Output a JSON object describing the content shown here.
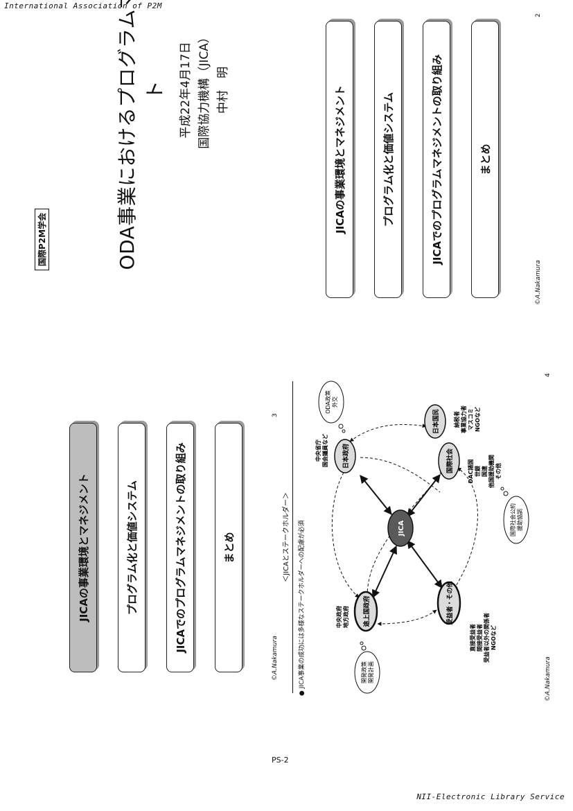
{
  "page": {
    "header": "International Association of P2M",
    "footer": "NII-Electronic Library Service",
    "ps_label": "PS-2"
  },
  "slide1": {
    "tag": "国際P2M学会",
    "title": "ODA事業におけるプログラムマネジメント",
    "date": "平成22年4月17日",
    "org": "国際協力機構（JICA）",
    "author": "中村　明"
  },
  "slide2": {
    "items": [
      "JICAの事業環境とマネジメント",
      "プログラム化と価値システム",
      "JICAでのプログラムマネジメントの取り組み",
      "まとめ"
    ],
    "credit": "©A.Nakamura",
    "number": "2"
  },
  "slide3": {
    "items": [
      "JICAの事業環境とマネジメント",
      "プログラム化と価値システム",
      "JICAでのプログラムマネジメントの取り組み",
      "まとめ"
    ],
    "active_index": 0,
    "credit": "©A.Nakamura",
    "number": "3"
  },
  "slide4": {
    "title": "＜JICAとステークホルダー＞",
    "bullet": "● JICA事業の成功には多様なステークホルダーへの配慮が必須",
    "nodes": {
      "jica": "JICA",
      "jpgov": "日本政府",
      "jppeople": "日本国民",
      "intl": "国際社会",
      "devgov": "途上国政府",
      "beneficiary": "受益者・その他"
    },
    "labels": {
      "jpgov_note": [
        "中央省庁",
        "国会議員など"
      ],
      "jppeople_note": [
        "納税者",
        "事業協力者",
        "マスコミ",
        "NGOなど"
      ],
      "intl_note": [
        "DAC諸国",
        "世銀",
        "国連",
        "他国援助機関",
        "その他"
      ],
      "devgov_note": [
        "中央政府",
        "地方政府"
      ],
      "beneficiary_note": [
        "直接受益者",
        "間接受益者",
        "受益者以外の関係者",
        "NGOなど"
      ]
    },
    "clouds": {
      "oda": [
        "ODA政策",
        "外交"
      ],
      "intl": [
        "国際社会公約",
        "援助協調"
      ],
      "dev": [
        "開発政策",
        "開発計画"
      ]
    },
    "credit": "©A.Nakamura",
    "number": "4"
  }
}
